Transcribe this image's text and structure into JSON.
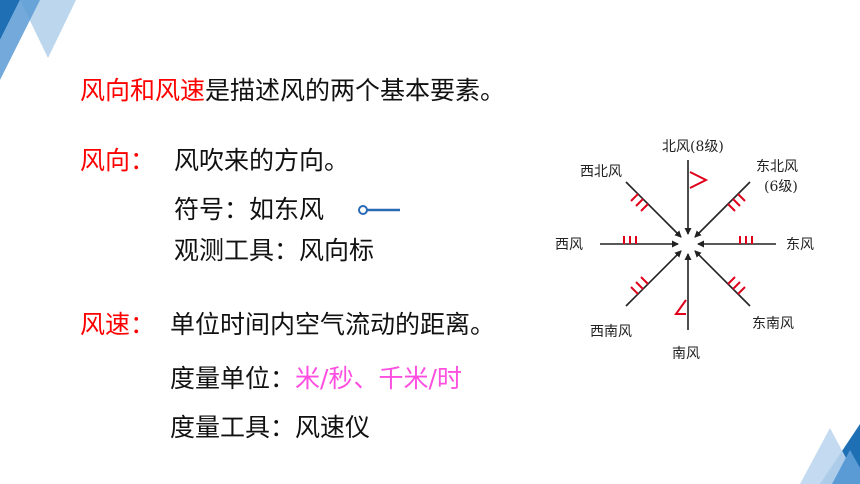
{
  "intro": {
    "highlight": "风向和风速",
    "rest": "是描述风的两个基本要素。"
  },
  "direction": {
    "label": "风向：",
    "definition": "风吹来的方向。",
    "symbol_text": "符号：如东风",
    "tool": "观测工具：风向标"
  },
  "speed": {
    "label": "风速：",
    "definition": "单位时间内空气流动的距离。",
    "unit_label": "度量单位：",
    "unit_value": "米/秒、千米/时",
    "tool": "度量工具：风速仪"
  },
  "diagram": {
    "north": "北风(8级)",
    "northwest": "西北风",
    "northeast_line1": "东北风",
    "northeast_line2": "(6级)",
    "west": "西风",
    "east": "东风",
    "southwest": "西南风",
    "southeast": "东南风",
    "south": "南风"
  },
  "colors": {
    "accent_red": "#ff0000",
    "unit_pink": "#ff4fe0",
    "barb_red": "#e0001b",
    "decor_blue": "#1f6fb5",
    "symbol_blue": "#2a6bb5"
  }
}
